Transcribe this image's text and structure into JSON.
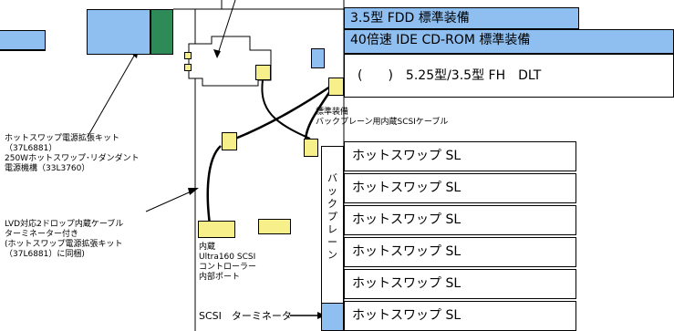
{
  "colors": {
    "blue": "#8fbff0",
    "green": "#2e8b57",
    "yellow": "#f7f08a",
    "line": "#000000"
  },
  "drive_bays": {
    "fdd": "3.5型 FDD 標準装備",
    "cdrom": "40倍速 IDE CD-ROM 標準装備",
    "optional": "(　　)　5.25型/3.5型 FH　DLT"
  },
  "backplane": {
    "label_chars": [
      "バ",
      "ッ",
      "ク",
      "プ",
      "レ",
      "ー",
      "ン"
    ],
    "slots": [
      "ホットスワップ SL",
      "ホットスワップ SL",
      "ホットスワップ SL",
      "ホットスワップ SL",
      "ホットスワップ SL",
      "ホットスワップ SL"
    ]
  },
  "labels": {
    "cable_std_1": "標準装備",
    "cable_std_2": "バックプレーン用内蔵SCSIケーブル",
    "psu_kit_1": "ホットスワップ電源拡張キット",
    "psu_kit_2": "（37L6881）",
    "psu_kit_3": "250Wホットスワップ･リダンダント",
    "psu_kit_4": "電源機構（33L3760）",
    "lvd_1": "LVD対応2ドロップ内蔵ケーブル",
    "lvd_2": "ターミネーター付き",
    "lvd_3": "(ホットスワップ電源拡張キット",
    "lvd_4": "（37L6881）に同梱)",
    "internal_1": "内蔵",
    "internal_2": "Ultra160 SCSI",
    "internal_3": "コントローラー",
    "internal_4": "内部ポート",
    "scsi_terminator": "SCSI　ターミネーター"
  }
}
